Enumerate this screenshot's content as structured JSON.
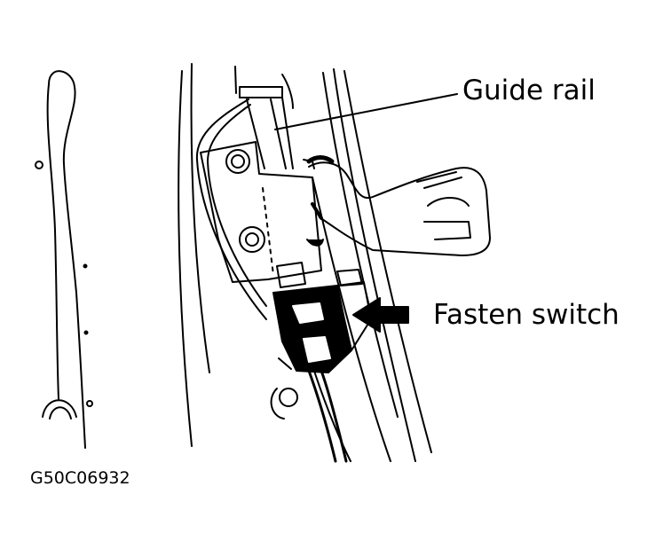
{
  "labels": {
    "guide_rail": "Guide rail",
    "fasten_switch": "Fasten switch"
  },
  "figure_id": "G50C06932",
  "colors": {
    "ink": "#000000",
    "paper": "#ffffff"
  }
}
